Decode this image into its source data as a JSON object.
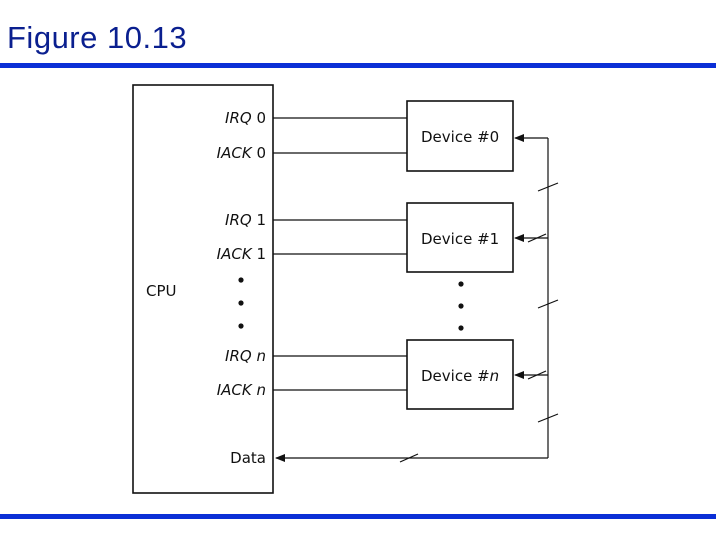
{
  "title": "Figure 10.13",
  "colors": {
    "accent_rule": "#0b2fd6",
    "title_text": "#0a1f8f",
    "ink": "#111111"
  },
  "cpu": {
    "label": "CPU"
  },
  "signals": {
    "irq0": {
      "name": "IRQ",
      "index": "0"
    },
    "iack0": {
      "name": "IACK",
      "index": "0"
    },
    "irq1": {
      "name": "IRQ",
      "index": "1"
    },
    "iack1": {
      "name": "IACK",
      "index": "1"
    },
    "irqn": {
      "name": "IRQ",
      "index": "n"
    },
    "iackn": {
      "name": "IACK",
      "index": "n"
    },
    "data": "Data"
  },
  "devices": {
    "d0": {
      "prefix": "Device #",
      "id": "0"
    },
    "d1": {
      "prefix": "Device #",
      "id": "1"
    },
    "dn": {
      "prefix": "Device #",
      "id": "n"
    }
  }
}
